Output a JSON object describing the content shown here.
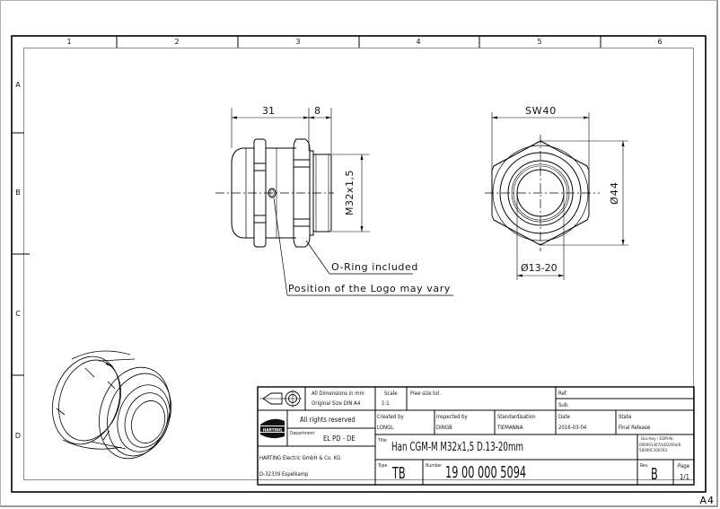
{
  "sheet": {
    "format": "A4",
    "column_zones": [
      "1",
      "2",
      "3",
      "4",
      "5",
      "6"
    ],
    "row_zones": [
      "A",
      "B",
      "C",
      "D"
    ]
  },
  "side_view": {
    "dimensions": {
      "length_body": "31",
      "length_thread": "8",
      "thread_size": "M32x1,5"
    },
    "callouts": {
      "o_ring": "O-Ring included",
      "logo": "Position of the Logo may vary"
    }
  },
  "front_view": {
    "dimensions": {
      "wrench_size": "SW40",
      "outer_diameter": "Ø44",
      "clamping_range": "Ø13-20"
    }
  },
  "title_block": {
    "dimension_note_line1": "All Dimensions in mm",
    "dimension_note_line2": "Original Size DIN A4",
    "scale_label": "Scale",
    "scale_value": "1:1",
    "tolerance_text": "Free size tol.",
    "ref_label": "Ref.",
    "sub_label": "Sub.",
    "logo_text": "HARTING",
    "rights_text": "All rights reserved",
    "department_label": "Department",
    "department_value": "EL PD - DE",
    "company_line1": "HARTING Electric GmbH & Co. KG",
    "company_line2": "D-32339 Espelkamp",
    "created_by_label": "Created by",
    "created_by_value": "LONGL",
    "inspected_by_label": "Inspected by",
    "inspected_by_value": "DINGB",
    "standardisation_label": "Standardisation",
    "standardisation_value": "TIEMANNA",
    "date_label": "Date",
    "date_value": "2016-03-04",
    "state_label": "State",
    "state_value": "Final Release",
    "title_label": "Title",
    "title_value": "Han CGM-M M32x1,5 D.13-20mm",
    "doc_key_label": "Doc-Key / EDM-Nr.",
    "doc_key_line1": "000091367/UED/004/8",
    "doc_key_line2": "50000C100783",
    "type_label": "Type",
    "type_value": "TB",
    "number_label": "Number",
    "number_value": "19 00 000 5094",
    "rev_label": "Rev.",
    "rev_value": "B",
    "page_label": "Page",
    "page_value": "1/1"
  },
  "colors": {
    "line": "#111111",
    "frame_inner": "#8c8c8c",
    "page_edge": "#9a9a9a",
    "background": "#ffffff"
  }
}
